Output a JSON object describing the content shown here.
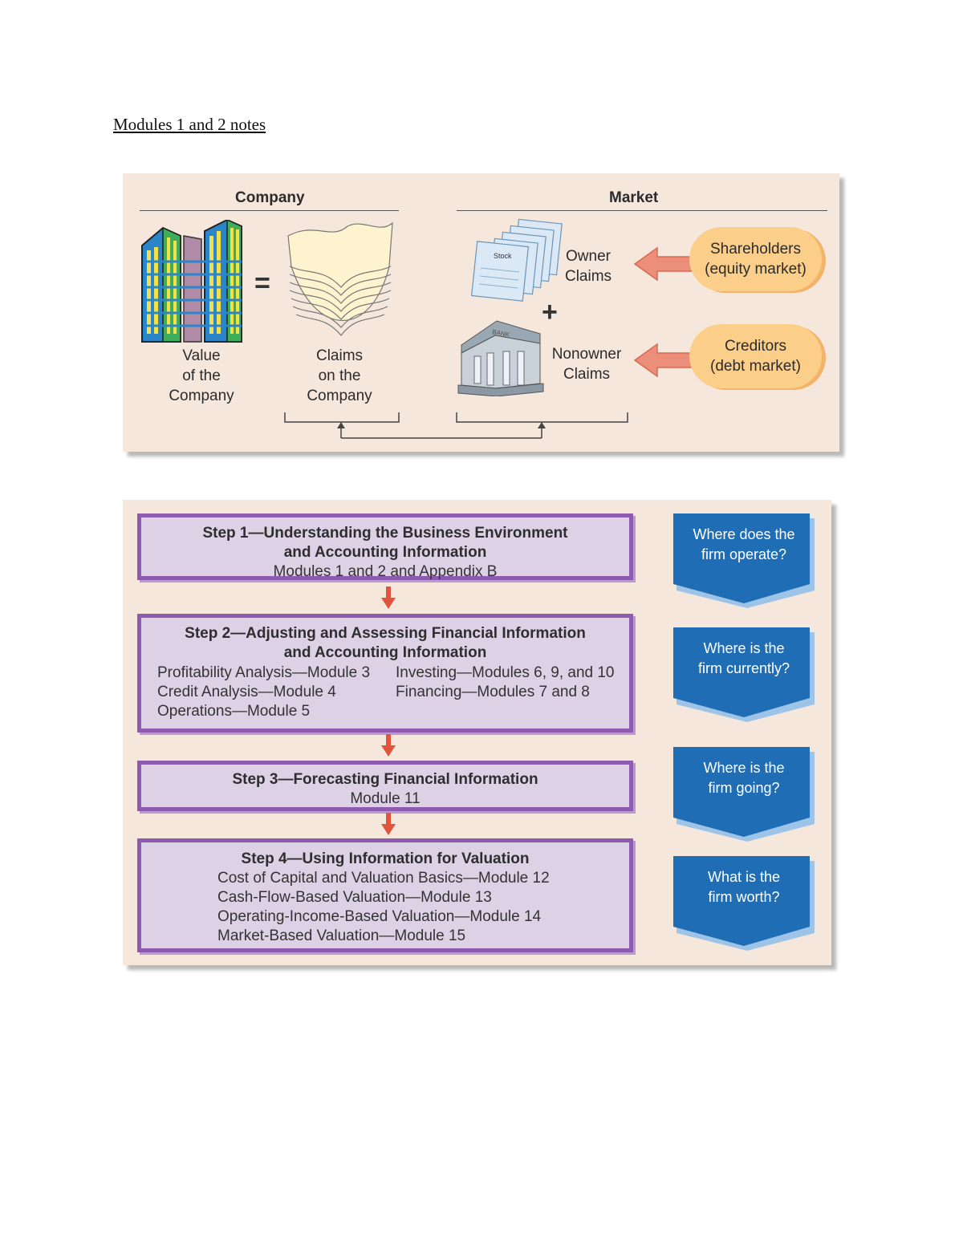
{
  "document": {
    "title": "Modules 1 and 2 notes"
  },
  "figure1": {
    "company_header": "Company",
    "market_header": "Market",
    "value_label": [
      "Value",
      "of the",
      "Company"
    ],
    "claims_label": [
      "Claims",
      "on the",
      "Company"
    ],
    "owner_claims": [
      "Owner",
      "Claims"
    ],
    "nonowner_claims": [
      "Nonowner",
      "Claims"
    ],
    "shareholders": [
      "Shareholders",
      "(equity market)"
    ],
    "creditors": [
      "Creditors",
      "(debt market)"
    ],
    "equals_symbol": "=",
    "plus_symbol": "+",
    "stock_label": "Stock",
    "bank_label": "BANK",
    "colors": {
      "background": "#f6e7dd",
      "pill": "#fbcf8a",
      "arrow": "#ec8f7a"
    }
  },
  "figure2": {
    "steps": [
      {
        "title": [
          "Step 1—Understanding the Business Environment",
          "and Accounting Information"
        ],
        "content": [
          "Modules 1 and 2 and Appendix B"
        ]
      },
      {
        "title": [
          "Step 2—Adjusting and Assessing Financial Information",
          "and Accounting Information"
        ],
        "left_items": [
          "Profitability Analysis—Module 3",
          "Credit Analysis—Module 4",
          "Operations—Module 5"
        ],
        "right_items": [
          "Investing—Modules 6, 9, and 10",
          "Financing—Modules 7 and 8"
        ]
      },
      {
        "title": [
          "Step 3—Forecasting Financial Information"
        ],
        "content": [
          "Module 11"
        ]
      },
      {
        "title": [
          "Step 4—Using Information for Valuation"
        ],
        "content": [
          "Cost of Capital and Valuation Basics—Module 12",
          "Cash-Flow-Based Valuation—Module 13",
          "Operating-Income-Based Valuation—Module 14",
          "Market-Based Valuation—Module 15"
        ]
      }
    ],
    "questions": [
      [
        "Where does the",
        "firm operate?"
      ],
      [
        "Where is the",
        "firm currently?"
      ],
      [
        "Where is the",
        "firm going?"
      ],
      [
        "What is the",
        "firm worth?"
      ]
    ],
    "colors": {
      "step_fill": "#ddd1e6",
      "step_border": "#8e5bb0",
      "chevron": "#1f6db5",
      "arrow": "#e0553b"
    }
  }
}
